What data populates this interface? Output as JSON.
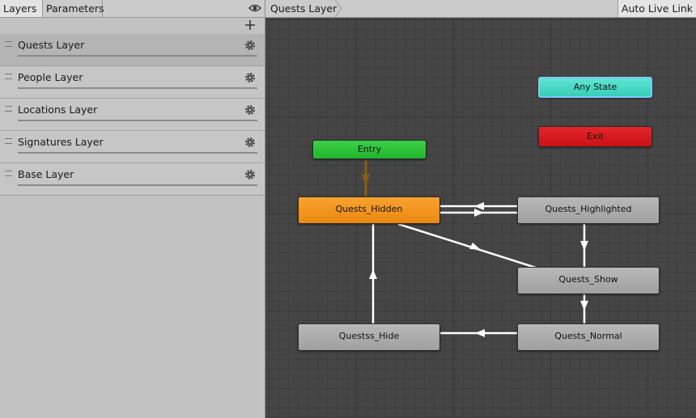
{
  "left_panel": {
    "tabs": [
      {
        "label": "Layers",
        "active": true
      },
      {
        "label": "Parameters",
        "active": false
      }
    ],
    "icons": {
      "visibility": "eye-icon",
      "add": "plus-icon",
      "settings": "gear-icon"
    },
    "layers": [
      {
        "name": "Quests Layer",
        "selected": true
      },
      {
        "name": "People Layer",
        "selected": false
      },
      {
        "name": "Locations Layer",
        "selected": false
      },
      {
        "name": "Signatures Layer",
        "selected": false
      },
      {
        "name": "Base Layer",
        "selected": false
      }
    ]
  },
  "graph": {
    "breadcrumb": "Quests Layer",
    "auto_live_link": "Auto Live Link",
    "nodes": {
      "any_state": "Any State",
      "exit": "Exit",
      "entry": "Entry",
      "quests_hidden": "Quests_Hidden",
      "quests_highlighted": "Quests_Highlighted",
      "quests_show": "Quests_Show",
      "questss_hide": "Questss_Hide",
      "quests_normal": "Quests_Normal"
    },
    "colors": {
      "entry": "#2bc437",
      "any_state": "#4ad9c4",
      "exit": "#d81a1f",
      "default_state": "#ef9320",
      "state": "#acacac",
      "transition": "#ffffff",
      "entry_transition": "#8d5c12"
    }
  }
}
